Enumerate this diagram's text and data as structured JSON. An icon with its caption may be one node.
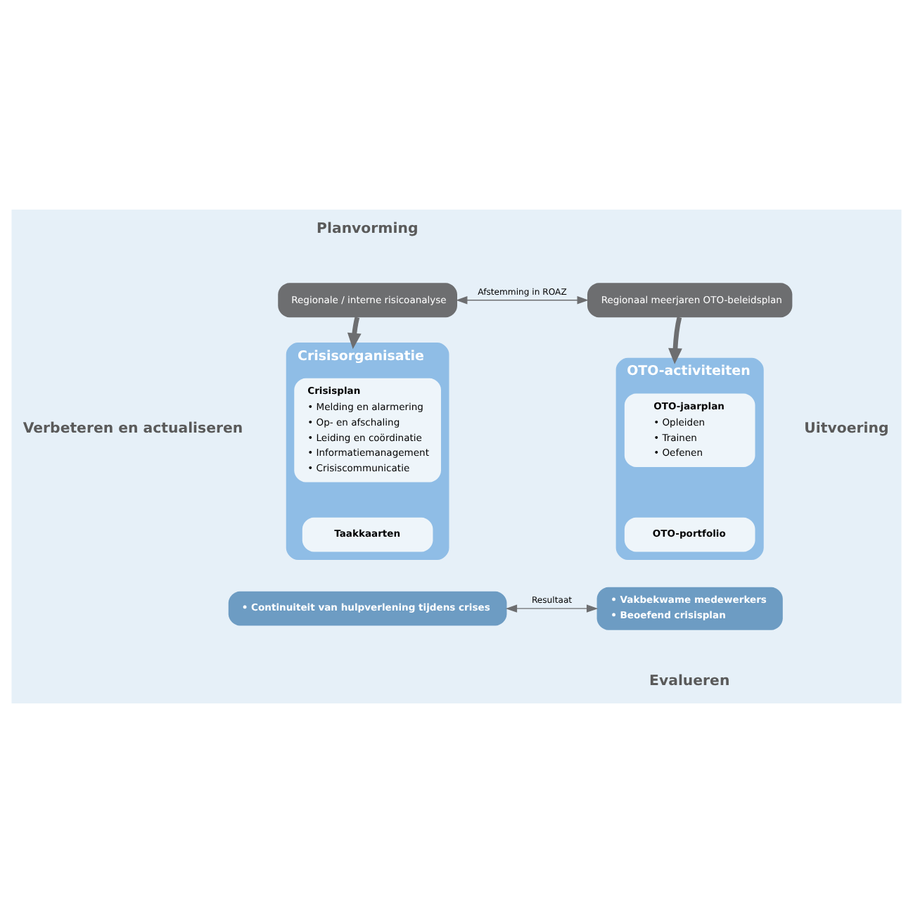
{
  "diagram": {
    "nodes": [
      {
        "text": [
          "Regionale / interne risicoanalyse"
        ]
      },
      {
        "text": [
          "Regionaal meerjaren OTO-beleidsplan"
        ]
      },
      {
        "text": [
          "Crisisorganisatie"
        ]
      },
      {
        "text": [
          "Crisisplan",
          "• Melding en alarmering",
          "• Op- en afschaling",
          "• Leiding en coördinatie",
          "• Informatiemanagement",
          "• Crisiscommunicatie"
        ],
        "in": 2
      },
      {
        "text": [
          "Taakkaarten"
        ],
        "in": 2
      },
      {
        "text": [
          "OTO-activiteiten"
        ]
      },
      {
        "text": [
          "OTO-jaarplan",
          "• Opleiden",
          "• Trainen",
          "• Oefenen"
        ],
        "in": 5
      },
      {
        "text": [
          "OTO-portfolio"
        ],
        "in": 5
      },
      {
        "text": [
          "• Continuiteit van hulpverlening tijdens crises"
        ]
      },
      {
        "text": [
          "• Vakbekwame medewerkers",
          "• Beoefend crisisplan"
        ]
      }
    ],
    "edges": [
      {
        "from": 0,
        "to": 1,
        "label": "Afstemming in ROAZ",
        "arrow": "both"
      },
      {
        "from": 0,
        "to": 2,
        "arrow": "to",
        "style": "thick",
        "color": "#6d6e70"
      },
      {
        "from": 1,
        "to": 5,
        "arrow": "to",
        "style": "thick",
        "color": "#6d6e70"
      },
      {
        "from": 8,
        "to": 9,
        "label": "Resultaat",
        "arrow": "both"
      }
    ],
    "labels": [
      "Planvorming",
      "Verbeteren en actualiseren",
      "Uitvoering",
      "Evalueren"
    ]
  }
}
